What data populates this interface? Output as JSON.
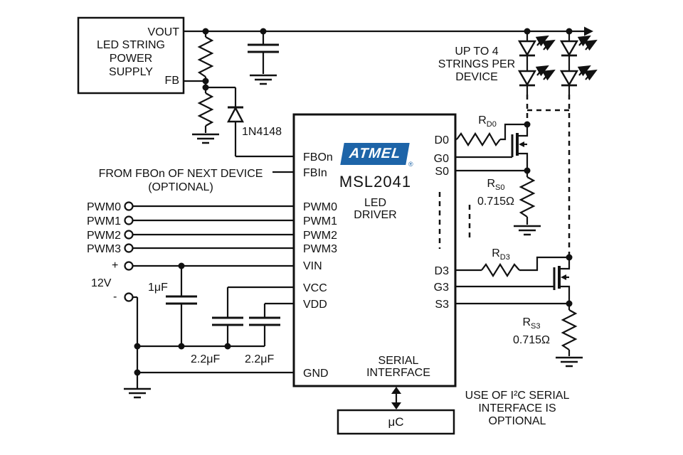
{
  "colors": {
    "ink": "#111111",
    "atmel_blue": "#1d64a8"
  },
  "power_supply": {
    "title": "LED STRING\nPOWER\nSUPPLY",
    "pin_vout": "VOUT",
    "pin_fb": "FB"
  },
  "feedback": {
    "diode": "1N4148",
    "note": "FROM FBOn OF NEXT DEVICE\n(OPTIONAL)"
  },
  "inputs": {
    "pwm": [
      "PWM0",
      "PWM1",
      "PWM2",
      "PWM3"
    ],
    "plus": "+",
    "minus": "-",
    "voltage": "12V",
    "cap_bulk": "1μF",
    "cap_vcc": "2.2μF",
    "cap_vdd": "2.2μF"
  },
  "ic": {
    "brand": "ATMEL",
    "registered": "®",
    "part": "MSL2041",
    "function": "LED\nDRIVER",
    "serial": "SERIAL\nINTERFACE",
    "pins_left": [
      "FBOn",
      "FBIn",
      "PWM0",
      "PWM1",
      "PWM2",
      "PWM3",
      "VIN",
      "VCC",
      "VDD",
      "GND"
    ],
    "pins_right": [
      "D0",
      "G0",
      "S0",
      "D3",
      "G3",
      "S3"
    ]
  },
  "led_strings": {
    "note": "UP TO 4\nSTRINGS PER\nDEVICE"
  },
  "channels": {
    "ch0": {
      "rd_base": "R",
      "rd_sub": "D0",
      "rs_base": "R",
      "rs_sub": "S0",
      "rs_value": "0.715Ω"
    },
    "ch3": {
      "rd_base": "R",
      "rd_sub": "D3",
      "rs_base": "R",
      "rs_sub": "S3",
      "rs_value": "0.715Ω"
    }
  },
  "micro": {
    "label": "μC"
  },
  "notes": {
    "i2c": "USE OF I²C SERIAL\nINTERFACE IS\nOPTIONAL"
  }
}
